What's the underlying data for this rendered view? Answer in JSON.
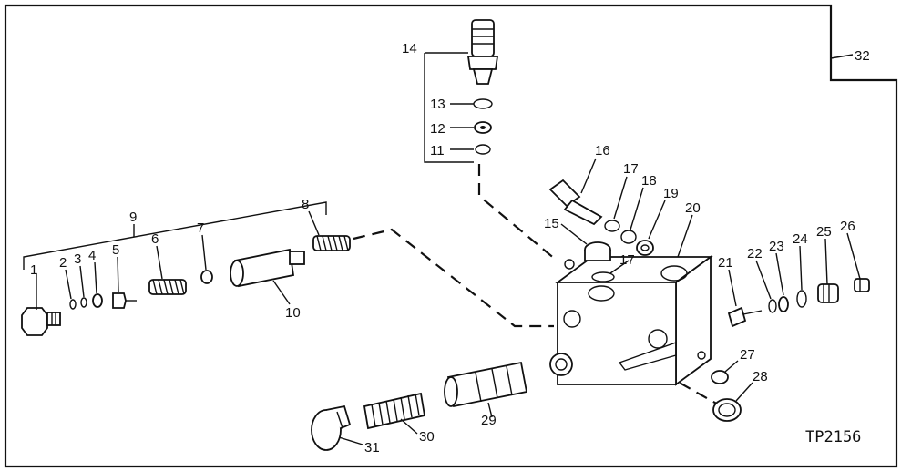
{
  "figure_id": "TP2156",
  "callouts": {
    "c1": "1",
    "c2": "2",
    "c3": "3",
    "c4": "4",
    "c5": "5",
    "c6": "6",
    "c7": "7",
    "c8": "8",
    "c9": "9",
    "c10": "10",
    "c11": "11",
    "c12": "12",
    "c13": "13",
    "c14": "14",
    "c15": "15",
    "c16": "16",
    "c17a": "17",
    "c17b": "17",
    "c18": "18",
    "c19": "19",
    "c20": "20",
    "c21": "21",
    "c22": "22",
    "c23": "23",
    "c24": "24",
    "c25": "25",
    "c26": "26",
    "c27": "27",
    "c28": "28",
    "c29": "29",
    "c30": "30",
    "c31": "31",
    "c32": "32"
  }
}
